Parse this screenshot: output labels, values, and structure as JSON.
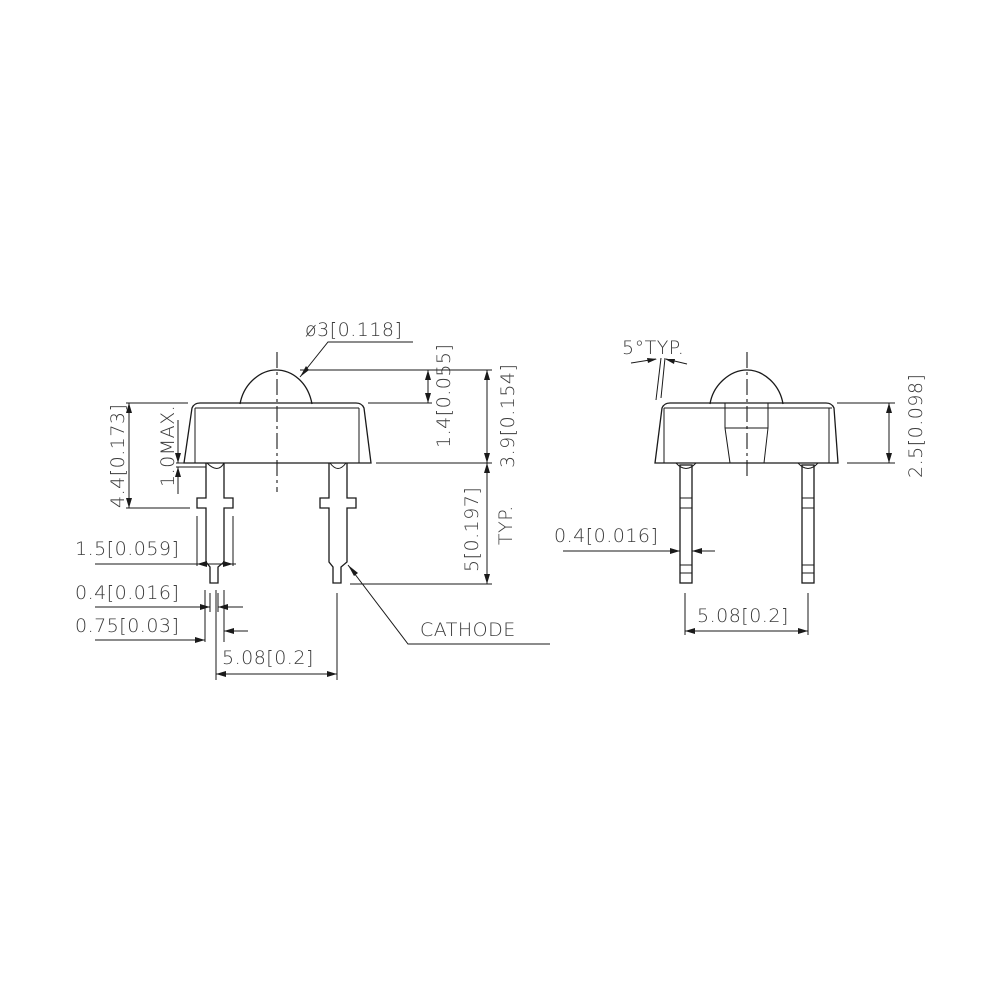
{
  "drawing": {
    "type": "LED package outline drawing (mm [inch])",
    "line_color": "#1a1a1a",
    "text_color": "#3a3a3a",
    "background": "#ffffff"
  },
  "front_view": {
    "dims": {
      "lens_diameter": "ø3[0.118]",
      "lens_height": "1.4[0.055]",
      "total_height": "3.9[0.154]",
      "flange_height": "4.4[0.173]",
      "standoff": "1.0MAX.",
      "lead_length": "5[0.197]",
      "lead_length_note": "TYP.",
      "lead_shoulder_width": "1.5[0.059]",
      "lead_tip_width": "0.4[0.016]",
      "lead_width": "0.75[0.03]",
      "lead_pitch": "5.08[0.2]"
    },
    "labels": {
      "cathode": "CATHODE"
    }
  },
  "side_view": {
    "dims": {
      "draft_angle": "5°TYP.",
      "body_height": "2.5[0.098]",
      "lead_thickness": "0.4[0.016]",
      "lead_pitch": "5.08[0.2]"
    }
  }
}
